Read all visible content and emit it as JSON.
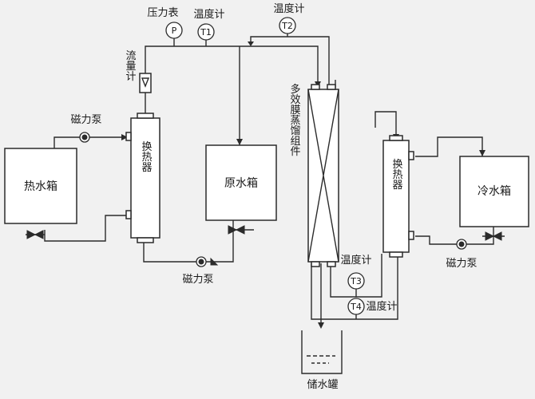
{
  "components": {
    "hot_water_tank": "热水箱",
    "raw_water_tank": "原水箱",
    "cold_water_tank": "冷水箱",
    "storage_tank": "储水罐",
    "heat_exchanger_left": "换热器",
    "heat_exchanger_right": "换热器",
    "membrane_module": "多效膜蒸馏组件",
    "flow_meter": "流量计"
  },
  "pumps": {
    "left_top": "磁力泵",
    "bottom_middle": "磁力泵",
    "right": "磁力泵"
  },
  "instruments": {
    "pressure_gauge": {
      "label": "压力表",
      "symbol": "P"
    },
    "t1": {
      "label": "温度计",
      "symbol": "T1"
    },
    "t2": {
      "label": "温度计",
      "symbol": "T2"
    },
    "t3": {
      "label": "温度计",
      "symbol": "T3"
    },
    "t4": {
      "label": "温度计",
      "symbol": "T4"
    }
  },
  "colors": {
    "line": "#2b2b2b",
    "background": "#f1f1f1",
    "fill": "#ffffff"
  }
}
